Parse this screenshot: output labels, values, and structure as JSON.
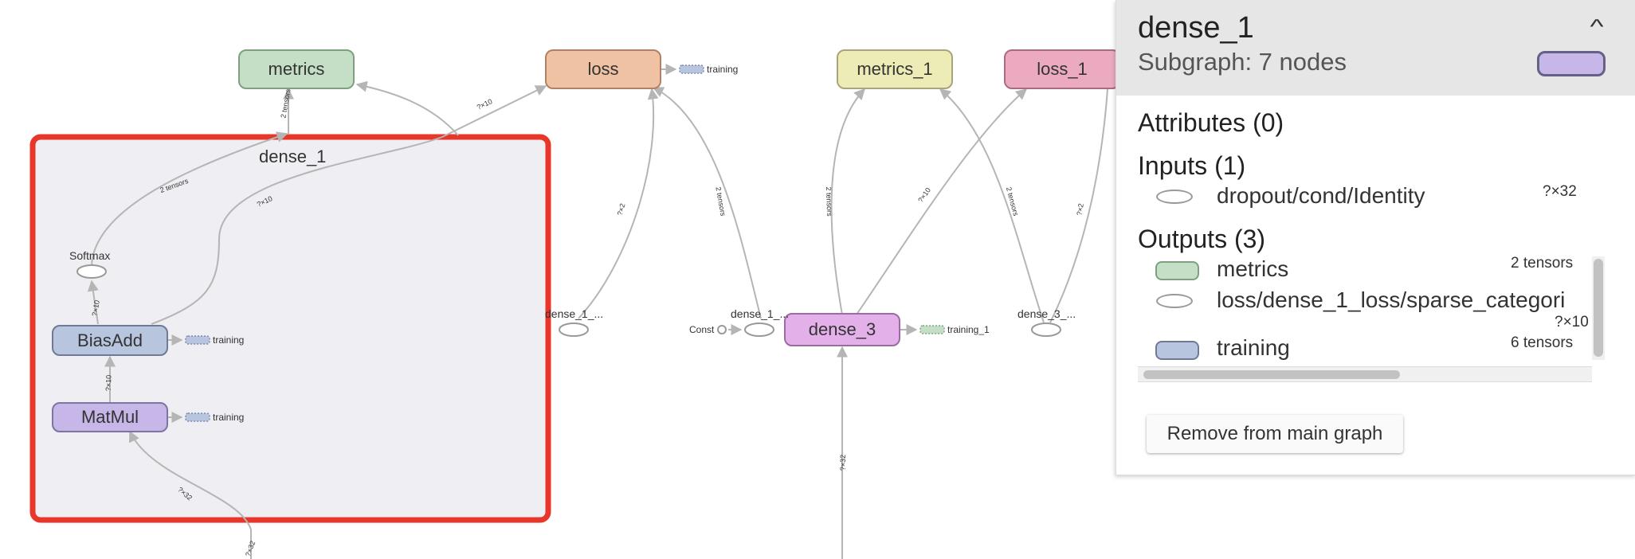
{
  "graph": {
    "top_nodes": {
      "metrics": "metrics",
      "loss": "loss",
      "metrics_1": "metrics_1",
      "loss_1": "loss_1"
    },
    "subgraph_title": "dense_1",
    "nodes": {
      "softmax": "Softmax",
      "biasadd": "BiasAdd",
      "matmul": "MatMul",
      "dense_3": "dense_3",
      "dense_1_a": "dense_1_...",
      "dense_1_b": "dense_1_...",
      "dense_3_a": "dense_3_...",
      "const": "Const"
    },
    "training_labels": {
      "loss": "training",
      "biasadd": "training",
      "matmul": "training",
      "dense_3": "training_1"
    },
    "edge_labels": {
      "e1": "2 tensors",
      "e2": "2 tensors",
      "e3": "?×10",
      "e4": "?×10",
      "e5": "?×10",
      "e6": "?×10",
      "e7": "?×32",
      "e8": "?×2",
      "e9": "2 tensors",
      "e10": "2 tensors",
      "e11": "?×10",
      "e12": "2 tensors",
      "e13": "?×2",
      "e14": "?×32",
      "e15": "?×32"
    },
    "colors": {
      "metrics": "#c4dfc6",
      "loss": "#f0c2a4",
      "metrics_1": "#eeecb6",
      "loss_1": "#ebaabf",
      "biasadd": "#b8c5df",
      "matmul": "#c6b7e8",
      "dense_3": "#e4b0ea",
      "subgraph_bg": "#eeeef3",
      "selection_border": "#e8362a",
      "edge": "#b5b5b5"
    }
  },
  "info_panel": {
    "title": "dense_1",
    "subtitle": "Subgraph: 7 nodes",
    "collapse_icon": "chevron-up-icon",
    "attributes_heading": "Attributes (0)",
    "inputs_heading": "Inputs (1)",
    "inputs": [
      {
        "name": "dropout/cond/Identity",
        "meta": "?×32"
      }
    ],
    "outputs_heading": "Outputs (3)",
    "outputs": [
      {
        "name": "metrics",
        "meta": "2 tensors",
        "swatch": "#c4dfc6"
      },
      {
        "name": "loss/dense_1_loss/sparse_categori",
        "meta": "?×10",
        "swatch": ""
      },
      {
        "name": "training",
        "meta": "6 tensors",
        "swatch": "#b8c5df"
      }
    ],
    "remove_button": "Remove from main graph"
  }
}
